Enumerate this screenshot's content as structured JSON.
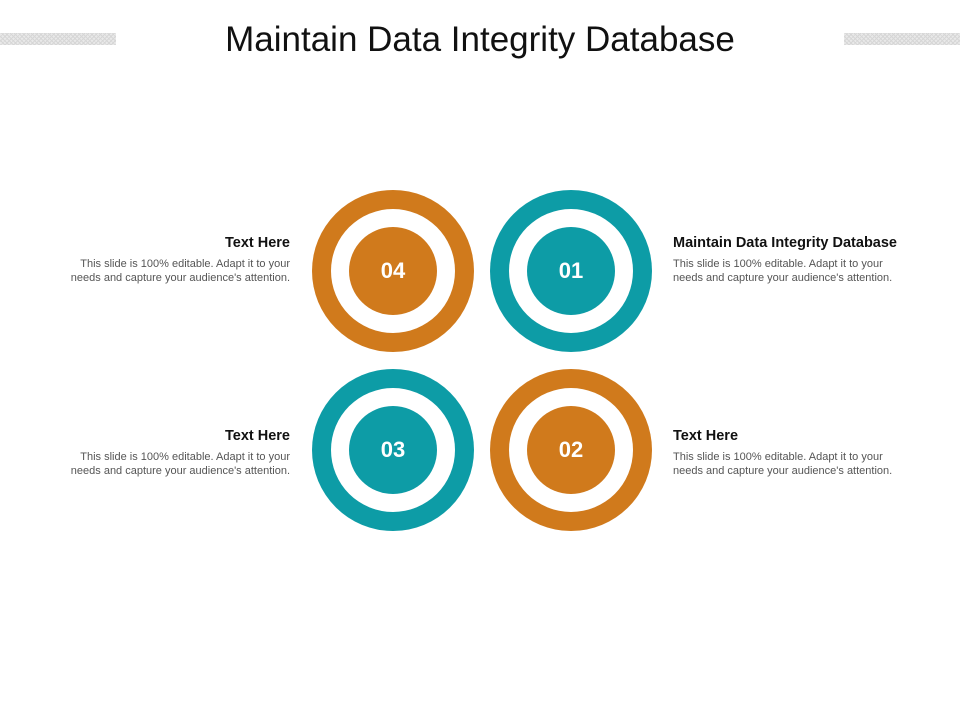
{
  "title": "Maintain Data Integrity Database",
  "colors": {
    "orange": "#D07A1C",
    "teal": "#0D9CA6"
  },
  "items": [
    {
      "number": "01",
      "heading": "Maintain Data Integrity Database",
      "body_line1": "This slide is 100% editable. Adapt it to your",
      "body_line2": "needs and capture your audience's attention.",
      "color": "teal"
    },
    {
      "number": "02",
      "heading": "Text Here",
      "body_line1": "This slide is 100% editable. Adapt it to your",
      "body_line2": "needs and capture your audience's attention.",
      "color": "orange"
    },
    {
      "number": "03",
      "heading": "Text Here",
      "body_line1": "This slide is 100% editable. Adapt it to your",
      "body_line2": "needs and capture your audience's attention.",
      "color": "teal"
    },
    {
      "number": "04",
      "heading": "Text Here",
      "body_line1": "This slide is 100% editable. Adapt it to your",
      "body_line2": "needs and capture your audience's attention.",
      "color": "orange"
    }
  ]
}
